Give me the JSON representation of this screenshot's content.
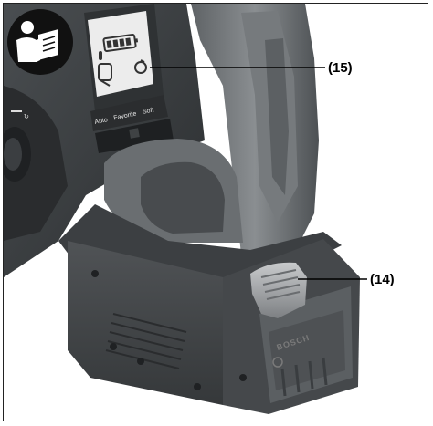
{
  "callouts": [
    {
      "id": "15",
      "label": "(15)"
    },
    {
      "id": "14",
      "label": "(14)"
    }
  ],
  "mode_panel": {
    "modes": [
      "Auto",
      "Favorite",
      "Soft"
    ]
  },
  "brand": "BOSCH",
  "icons": {
    "manual": "read-manual-icon",
    "battery": "battery-level-icon",
    "grip": "hand-grip-icon",
    "rotation": "rotation-icon"
  },
  "colors": {
    "body_dark": "#3a3d40",
    "body_mid": "#55595c",
    "handle": "#6f7376",
    "battery": "#4a4d50",
    "panel": "#ececec",
    "badge": "#111111"
  }
}
